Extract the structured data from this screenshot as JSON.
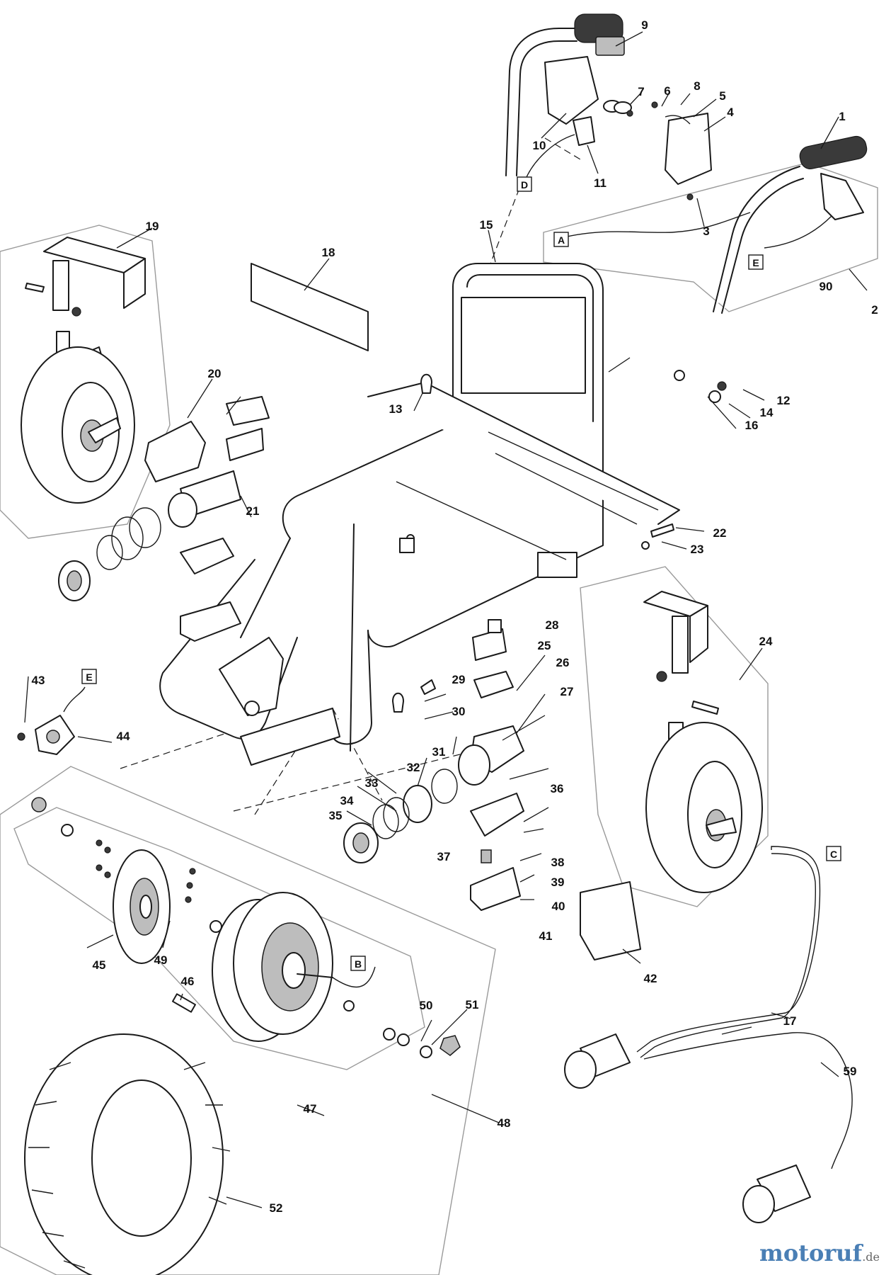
{
  "callouts": {
    "n1": "1",
    "n2": "2",
    "n3": "3",
    "n4": "4",
    "n5": "5",
    "n6": "6",
    "n7": "7",
    "n8": "8",
    "n9": "9",
    "n10": "10",
    "n11": "11",
    "n12": "12",
    "n13": "13",
    "n14": "14",
    "n15": "15",
    "n16": "16",
    "n17": "17",
    "n18": "18",
    "n19": "19",
    "n20": "20",
    "n21": "21",
    "n22": "22",
    "n23": "23",
    "n24": "24",
    "n25": "25",
    "n26": "26",
    "n27": "27",
    "n28": "28",
    "n29": "29",
    "n30": "30",
    "n31": "31",
    "n32": "32",
    "n33": "33",
    "n34": "34",
    "n35": "35",
    "n36": "36",
    "n37": "37",
    "n38": "38",
    "n39": "39",
    "n40": "40",
    "n41": "41",
    "n42": "42",
    "n43": "43",
    "n44": "44",
    "n45": "45",
    "n46": "46",
    "n47": "47",
    "n48": "48",
    "n49": "49",
    "n50": "50",
    "n51": "51",
    "n52": "52",
    "n59": "59",
    "n90": "90"
  },
  "connectors": {
    "a": "A",
    "b": "B",
    "c": "C",
    "d": "D",
    "e1": "E",
    "e2": "E"
  },
  "watermark": {
    "brand": "motoruf",
    "tld": ".de",
    "color": "#4a7fb5"
  }
}
